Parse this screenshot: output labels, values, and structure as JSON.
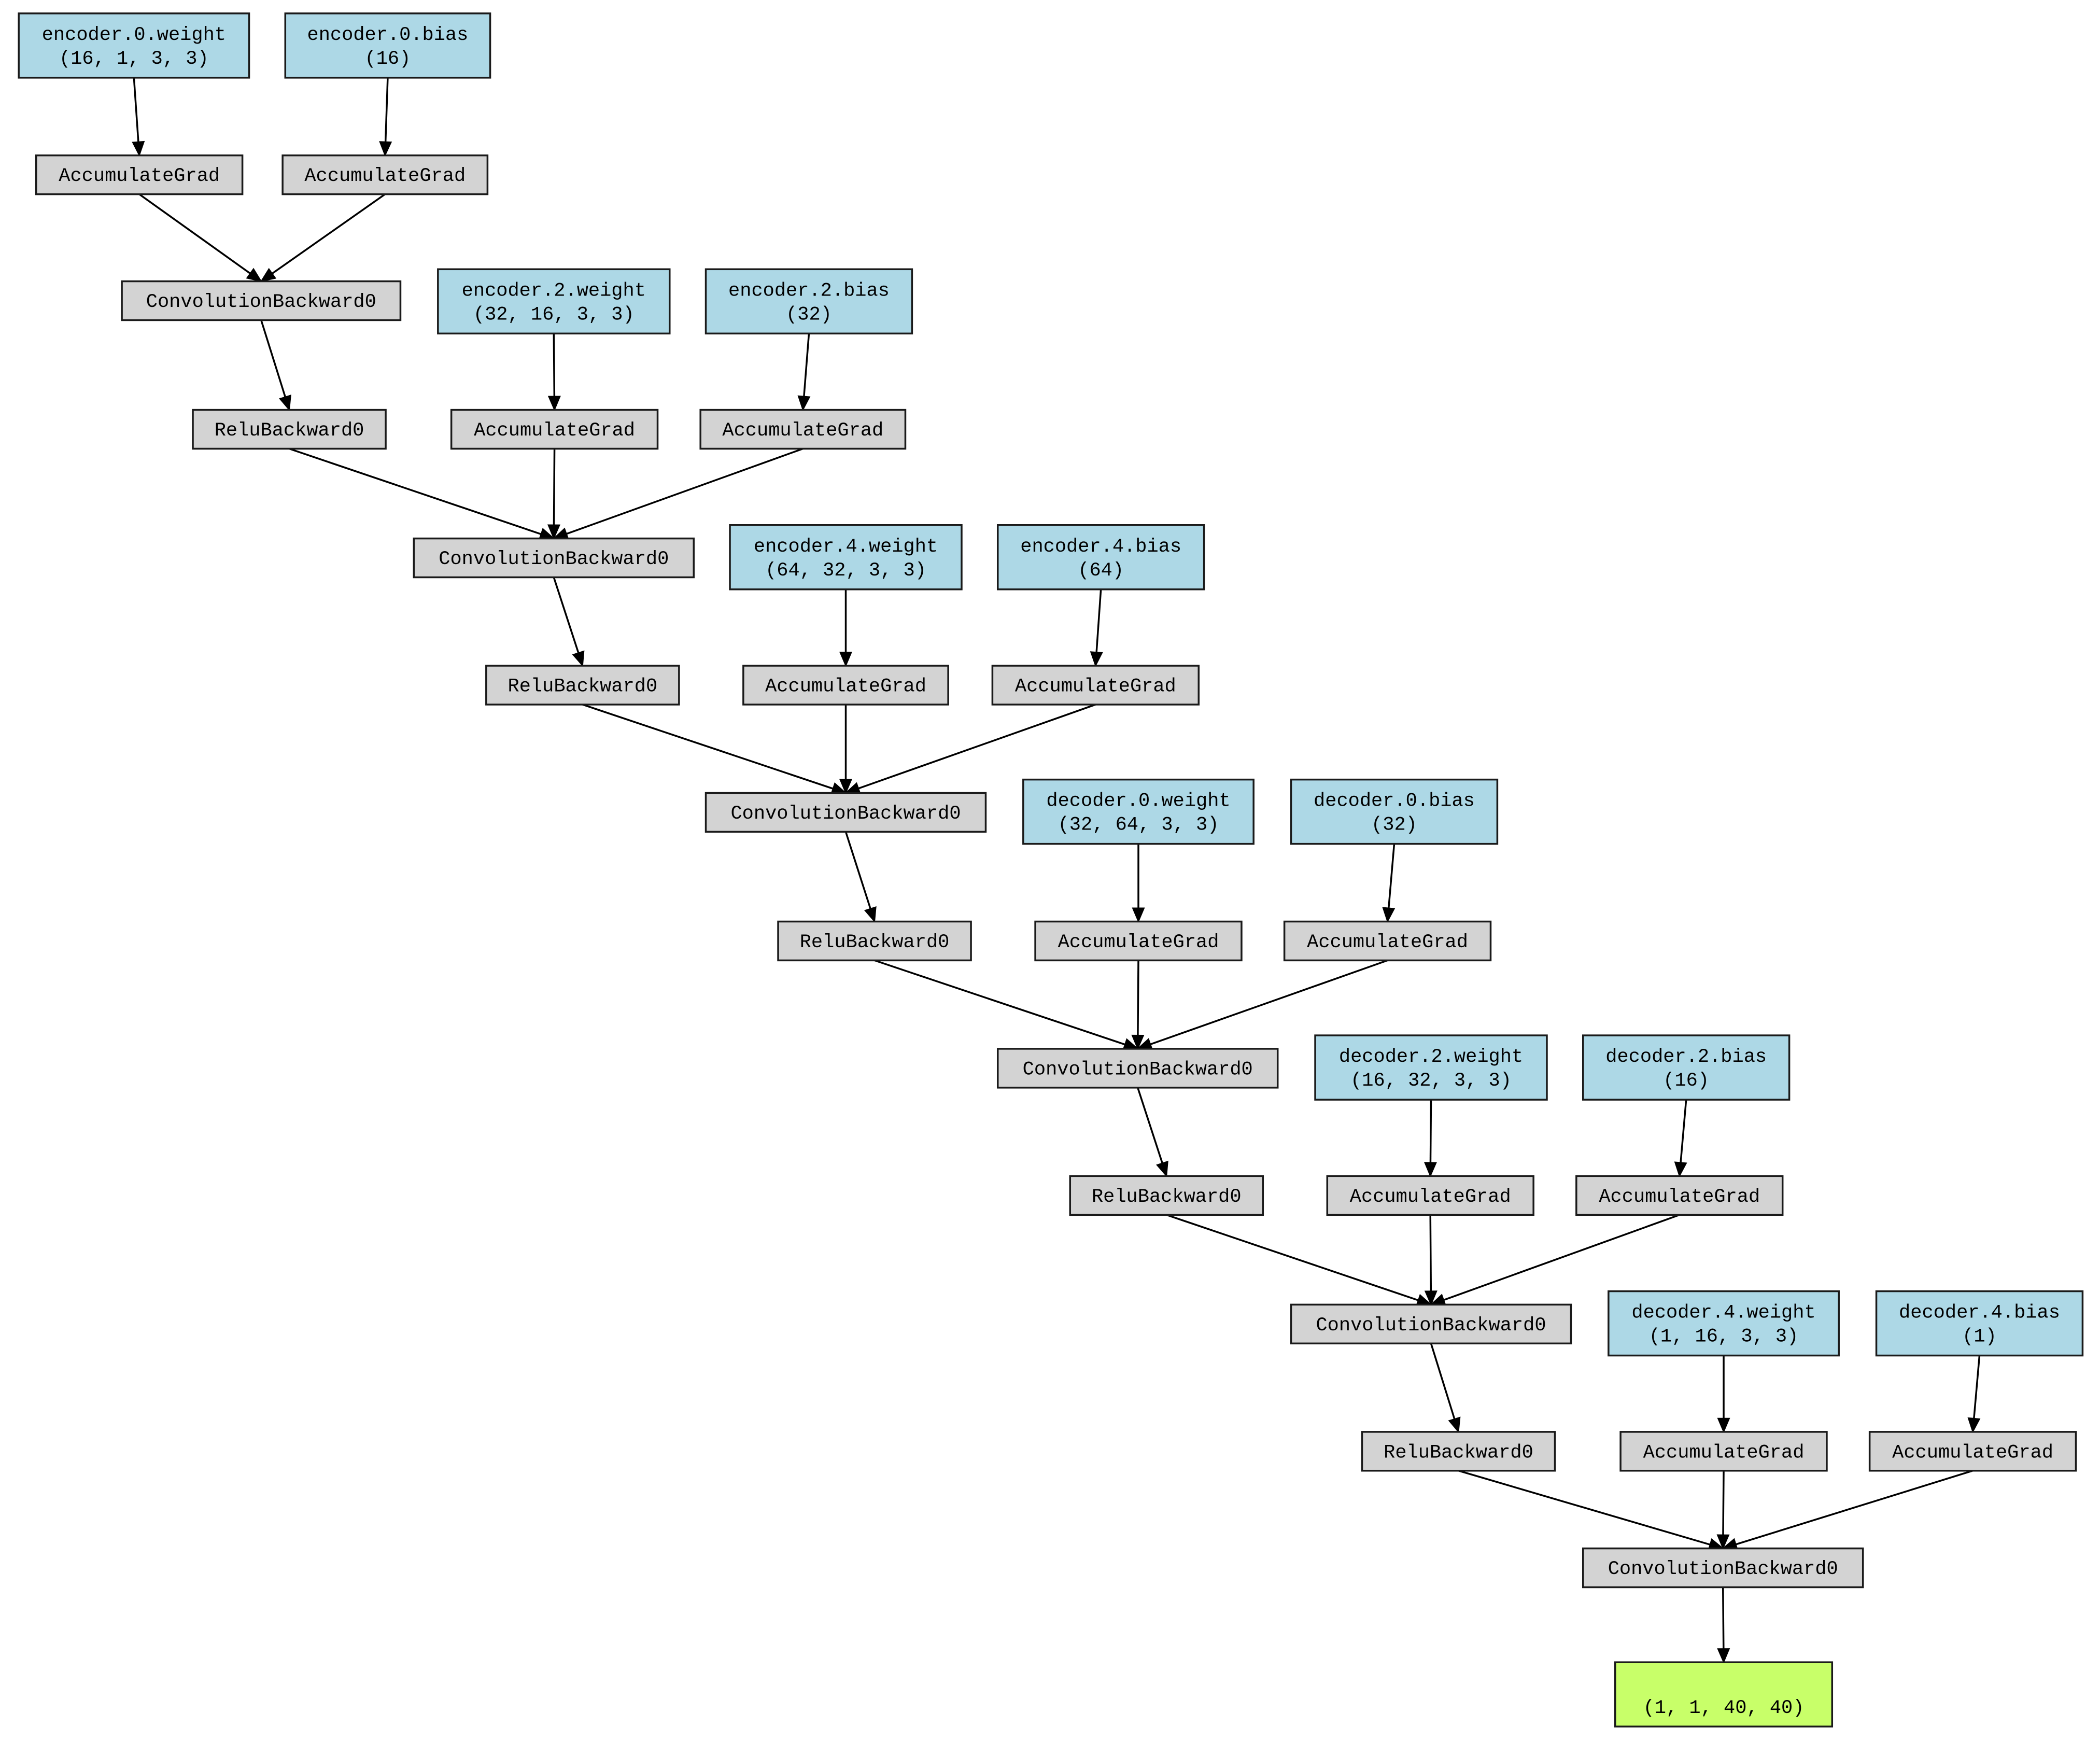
{
  "colors": {
    "parameter": "#add8e6",
    "operation": "#d3d3d3",
    "output": "#c8ff69",
    "border": "#1a1a1a",
    "edge": "#000000"
  },
  "nodes": [
    {
      "id": "p_e0w",
      "kind": "parameter",
      "lines": [
        "encoder.0.weight",
        "(16, 1, 3, 3)"
      ]
    },
    {
      "id": "p_e0b",
      "kind": "parameter",
      "lines": [
        "encoder.0.bias",
        "(16)"
      ]
    },
    {
      "id": "a_e0w",
      "kind": "operation",
      "lines": [
        "AccumulateGrad"
      ]
    },
    {
      "id": "a_e0b",
      "kind": "operation",
      "lines": [
        "AccumulateGrad"
      ]
    },
    {
      "id": "c1",
      "kind": "operation",
      "lines": [
        "ConvolutionBackward0"
      ]
    },
    {
      "id": "p_e2w",
      "kind": "parameter",
      "lines": [
        "encoder.2.weight",
        "(32, 16, 3, 3)"
      ]
    },
    {
      "id": "p_e2b",
      "kind": "parameter",
      "lines": [
        "encoder.2.bias",
        "(32)"
      ]
    },
    {
      "id": "r1",
      "kind": "operation",
      "lines": [
        "ReluBackward0"
      ]
    },
    {
      "id": "a_e2w",
      "kind": "operation",
      "lines": [
        "AccumulateGrad"
      ]
    },
    {
      "id": "a_e2b",
      "kind": "operation",
      "lines": [
        "AccumulateGrad"
      ]
    },
    {
      "id": "c2",
      "kind": "operation",
      "lines": [
        "ConvolutionBackward0"
      ]
    },
    {
      "id": "p_e4w",
      "kind": "parameter",
      "lines": [
        "encoder.4.weight",
        "(64, 32, 3, 3)"
      ]
    },
    {
      "id": "p_e4b",
      "kind": "parameter",
      "lines": [
        "encoder.4.bias",
        "(64)"
      ]
    },
    {
      "id": "r2",
      "kind": "operation",
      "lines": [
        "ReluBackward0"
      ]
    },
    {
      "id": "a_e4w",
      "kind": "operation",
      "lines": [
        "AccumulateGrad"
      ]
    },
    {
      "id": "a_e4b",
      "kind": "operation",
      "lines": [
        "AccumulateGrad"
      ]
    },
    {
      "id": "c3",
      "kind": "operation",
      "lines": [
        "ConvolutionBackward0"
      ]
    },
    {
      "id": "p_d0w",
      "kind": "parameter",
      "lines": [
        "decoder.0.weight",
        "(32, 64, 3, 3)"
      ]
    },
    {
      "id": "p_d0b",
      "kind": "parameter",
      "lines": [
        "decoder.0.bias",
        "(32)"
      ]
    },
    {
      "id": "r3",
      "kind": "operation",
      "lines": [
        "ReluBackward0"
      ]
    },
    {
      "id": "a_d0w",
      "kind": "operation",
      "lines": [
        "AccumulateGrad"
      ]
    },
    {
      "id": "a_d0b",
      "kind": "operation",
      "lines": [
        "AccumulateGrad"
      ]
    },
    {
      "id": "c4",
      "kind": "operation",
      "lines": [
        "ConvolutionBackward0"
      ]
    },
    {
      "id": "p_d2w",
      "kind": "parameter",
      "lines": [
        "decoder.2.weight",
        "(16, 32, 3, 3)"
      ]
    },
    {
      "id": "p_d2b",
      "kind": "parameter",
      "lines": [
        "decoder.2.bias",
        "(16)"
      ]
    },
    {
      "id": "r4",
      "kind": "operation",
      "lines": [
        "ReluBackward0"
      ]
    },
    {
      "id": "a_d2w",
      "kind": "operation",
      "lines": [
        "AccumulateGrad"
      ]
    },
    {
      "id": "a_d2b",
      "kind": "operation",
      "lines": [
        "AccumulateGrad"
      ]
    },
    {
      "id": "c5",
      "kind": "operation",
      "lines": [
        "ConvolutionBackward0"
      ]
    },
    {
      "id": "p_d4w",
      "kind": "parameter",
      "lines": [
        "decoder.4.weight",
        "(1, 16, 3, 3)"
      ]
    },
    {
      "id": "p_d4b",
      "kind": "parameter",
      "lines": [
        "decoder.4.bias",
        "(1)"
      ]
    },
    {
      "id": "r5",
      "kind": "operation",
      "lines": [
        "ReluBackward0"
      ]
    },
    {
      "id": "a_d4w",
      "kind": "operation",
      "lines": [
        "AccumulateGrad"
      ]
    },
    {
      "id": "a_d4b",
      "kind": "operation",
      "lines": [
        "AccumulateGrad"
      ]
    },
    {
      "id": "c6",
      "kind": "operation",
      "lines": [
        "ConvolutionBackward0"
      ]
    },
    {
      "id": "out",
      "kind": "output",
      "lines": [
        "(1, 1, 40, 40)"
      ]
    }
  ],
  "edges": [
    [
      "p_e0w",
      "a_e0w"
    ],
    [
      "p_e0b",
      "a_e0b"
    ],
    [
      "a_e0w",
      "c1"
    ],
    [
      "a_e0b",
      "c1"
    ],
    [
      "c1",
      "r1"
    ],
    [
      "p_e2w",
      "a_e2w"
    ],
    [
      "p_e2b",
      "a_e2b"
    ],
    [
      "r1",
      "c2"
    ],
    [
      "a_e2w",
      "c2"
    ],
    [
      "a_e2b",
      "c2"
    ],
    [
      "c2",
      "r2"
    ],
    [
      "p_e4w",
      "a_e4w"
    ],
    [
      "p_e4b",
      "a_e4b"
    ],
    [
      "r2",
      "c3"
    ],
    [
      "a_e4w",
      "c3"
    ],
    [
      "a_e4b",
      "c3"
    ],
    [
      "c3",
      "r3"
    ],
    [
      "p_d0w",
      "a_d0w"
    ],
    [
      "p_d0b",
      "a_d0b"
    ],
    [
      "r3",
      "c4"
    ],
    [
      "a_d0w",
      "c4"
    ],
    [
      "a_d0b",
      "c4"
    ],
    [
      "c4",
      "r4"
    ],
    [
      "p_d2w",
      "a_d2w"
    ],
    [
      "p_d2b",
      "a_d2b"
    ],
    [
      "r4",
      "c5"
    ],
    [
      "a_d2w",
      "c5"
    ],
    [
      "a_d2b",
      "c5"
    ],
    [
      "c5",
      "r5"
    ],
    [
      "p_d4w",
      "a_d4w"
    ],
    [
      "p_d4b",
      "a_d4b"
    ],
    [
      "r5",
      "c6"
    ],
    [
      "a_d4w",
      "c6"
    ],
    [
      "a_d4b",
      "c6"
    ],
    [
      "c6",
      "out"
    ]
  ]
}
